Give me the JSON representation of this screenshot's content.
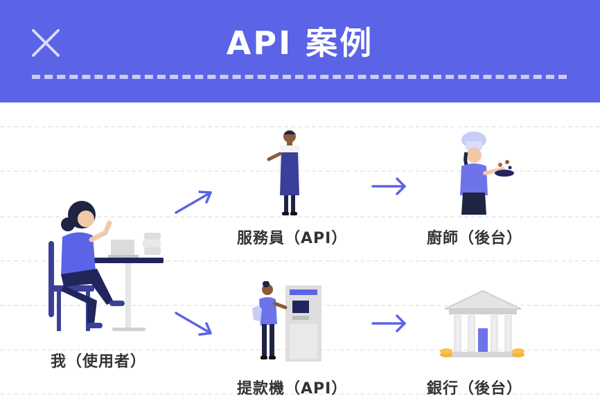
{
  "header": {
    "title": "API 案例",
    "close_icon": "close-icon",
    "accent_color": "#5b63e6"
  },
  "nodes": {
    "me": "我（使用者）",
    "waiter": "服務員（API）",
    "chef": "廚師（後台）",
    "atm": "提款機（API）",
    "bank": "銀行（後台）"
  },
  "icons": {
    "me": "person-at-laptop-icon",
    "waiter": "waiter-icon",
    "chef": "chef-icon",
    "atm": "atm-user-icon",
    "bank": "bank-building-icon",
    "arrow": "arrow-right-icon"
  }
}
